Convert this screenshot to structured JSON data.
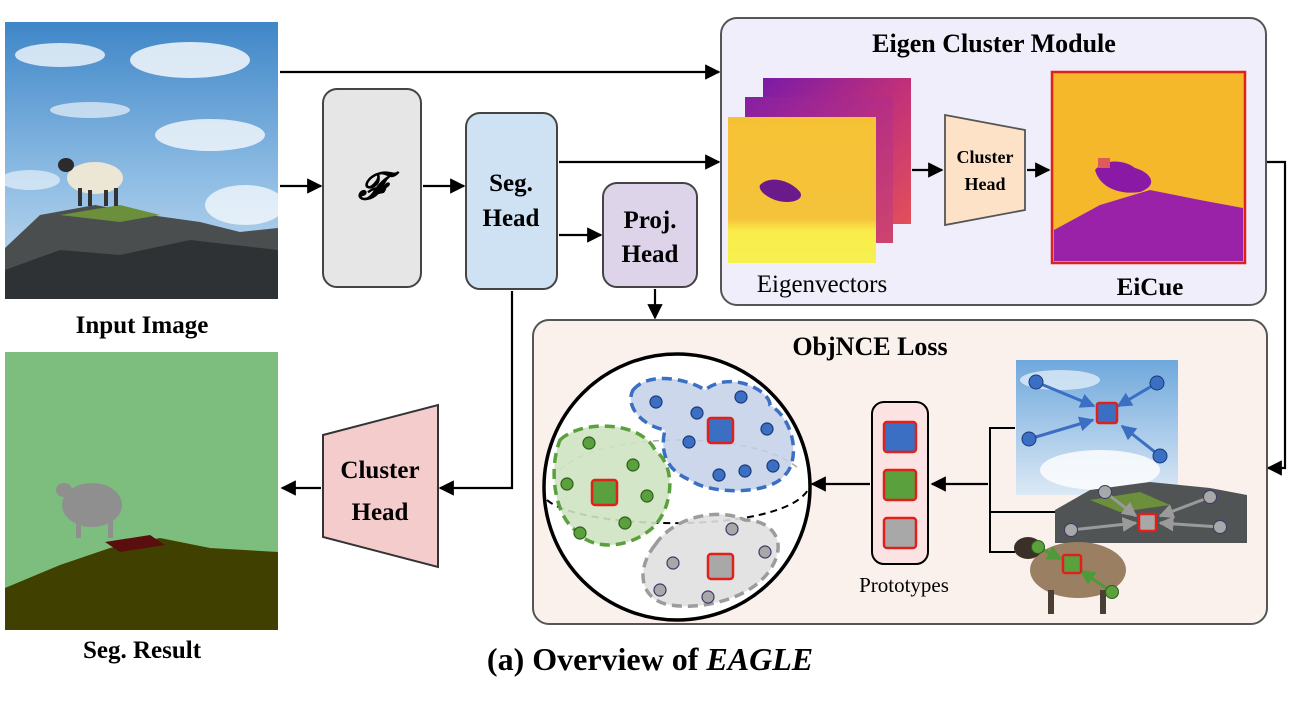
{
  "labels": {
    "input_image": "Input Image",
    "seg_result": "Seg. Result",
    "backbone": "𝓕",
    "seg_head_1": "Seg.",
    "seg_head_2": "Head",
    "proj_head_1": "Proj.",
    "proj_head_2": "Head",
    "cluster_head_1": "Cluster",
    "cluster_head_2": "Head",
    "small_cluster_head_1": "Cluster",
    "small_cluster_head_2": "Head",
    "eigen_module_title": "Eigen Cluster Module",
    "eigenvectors": "Eigenvectors",
    "eicue": "EiCue",
    "objnce_title": "ObjNCE Loss",
    "prototypes": "Prototypes",
    "caption_prefix": "(a) Overview of ",
    "caption_italic": "EAGLE"
  },
  "colors": {
    "backbone_fill": "#e6e6e6",
    "seg_head_fill": "#cfe2f3",
    "proj_head_fill": "#ddd4ea",
    "cluster_head_fill": "#f4cccc",
    "small_cluster_head_fill": "#fde2c8",
    "eigen_module_bg": "#efeefa",
    "objnce_bg": "#fbf1ec",
    "eigen_yellow": "#f4c130",
    "eigen_purple": "#8a19a8",
    "proto_blue": "#3b6fc4",
    "proto_green": "#5aa03c",
    "proto_gray": "#9c9c9c",
    "accent_red": "#e0201b",
    "seg_green": "#7dbd7d",
    "seg_ground": "#404000"
  }
}
